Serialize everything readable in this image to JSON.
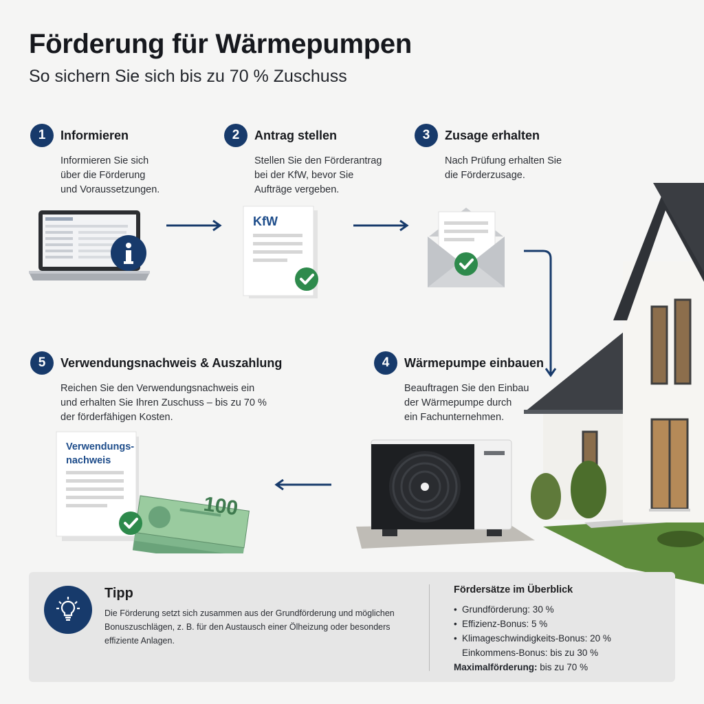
{
  "header": {
    "title": "Förderung für Wärmepumpen",
    "subtitle": "So sichern Sie sich bis zu 70 % Zuschuss"
  },
  "steps": [
    {
      "number": "1",
      "title": "Informieren",
      "lines": [
        "Informieren Sie sich",
        "über die Förderung",
        "und Voraussetzungen."
      ],
      "illustration": "laptop-with-info-icon"
    },
    {
      "number": "2",
      "title": "Antrag stellen",
      "lines": [
        "Stellen Sie den Förderantrag",
        "bei der KfW, bevor Sie",
        "Aufträge vergeben."
      ],
      "illustration": "kfw-document-check-icon",
      "doc_label": "KfW"
    },
    {
      "number": "3",
      "title": "Zusage erhalten",
      "lines": [
        "Nach Prüfung erhalten Sie",
        "die Förderzusage."
      ],
      "illustration": "envelope-check-icon"
    },
    {
      "number": "4",
      "title": "Wärmepumpe einbauen",
      "lines": [
        "Beauftragen Sie den Einbau",
        "der Wärmepumpe durch",
        "ein Fachunternehmen."
      ],
      "illustration": "heat-pump-house"
    },
    {
      "number": "5",
      "title": "Verwendungsnachweis & Auszahlung",
      "lines": [
        "Reichen Sie den Verwendungsnachweis ein",
        "und erhalten Sie Ihren Zuschuss – bis zu 70 %",
        "der förderfähigen Kosten."
      ],
      "illustration": "document-money-icon",
      "doc_label_1": "Verwendungs-",
      "doc_label_2": "nachweis",
      "banknote": "100"
    }
  ],
  "tip": {
    "icon": "lightbulb-icon",
    "title": "Tipp",
    "lines": [
      "Die Förderung setzt sich zusammen aus der Grundförderung und möglichen",
      "Bonuszuschlägen, z. B. für den Austausch einer Ölheizung oder besonders",
      "effiziente Anlagen."
    ]
  },
  "rates": {
    "title": "Fördersätze im Überblick",
    "items": [
      "Grundförderung: 30 %",
      "Effizienz-Bonus: 5 %",
      "Klimageschwindigkeits-Bonus: 20 %",
      "Einkommens-Bonus: bis zu 30 %"
    ],
    "max_label": "Maximalförderung:",
    "max_value": "bis zu 70 %"
  },
  "colors": {
    "accent": "#173a6b",
    "check": "#2e8a4c",
    "background": "#f5f5f4"
  }
}
